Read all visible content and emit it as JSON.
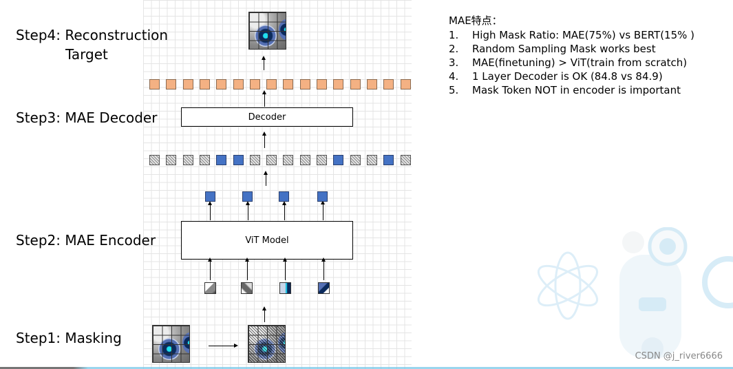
{
  "steps": {
    "step4": "Step4: Reconstruction",
    "step4_line2": "Target",
    "step3": "Step3: MAE Decoder",
    "step2": "Step2: MAE Encoder",
    "step1": "Step1: Masking"
  },
  "diagram": {
    "decoder_label": "Decoder",
    "encoder_label": "ViT Model",
    "decoder_output_tokens": [
      "orange",
      "orange",
      "orange",
      "orange",
      "orange",
      "orange",
      "orange",
      "orange",
      "orange",
      "orange",
      "orange",
      "orange",
      "orange",
      "orange",
      "orange",
      "orange"
    ],
    "decoder_input_tokens": [
      "gray",
      "gray",
      "gray",
      "gray",
      "blue",
      "blue",
      "gray",
      "gray",
      "gray",
      "gray",
      "gray",
      "blue",
      "gray",
      "gray",
      "blue",
      "gray"
    ],
    "encoder_output_tokens": [
      "blue",
      "blue",
      "blue",
      "blue"
    ],
    "colors": {
      "orange": "#f4b183",
      "blue": "#4472c4",
      "gray": "#bdbdbd"
    }
  },
  "features": {
    "title": "MAE特点：",
    "items": [
      {
        "num": "1.",
        "text": "High Mask Ratio: MAE(75%)  vs BERT(15% )"
      },
      {
        "num": "2.",
        "text": "Random Sampling Mask works best"
      },
      {
        "num": "3.",
        "text": "MAE(finetuning) > ViT(train from scratch)"
      },
      {
        "num": "4.",
        "text": "1 Layer Decoder is OK (84.8 vs 84.9)"
      },
      {
        "num": "5.",
        "text": "Mask Token NOT in encoder is important"
      }
    ]
  },
  "watermark": "CSDN @j_river6666"
}
